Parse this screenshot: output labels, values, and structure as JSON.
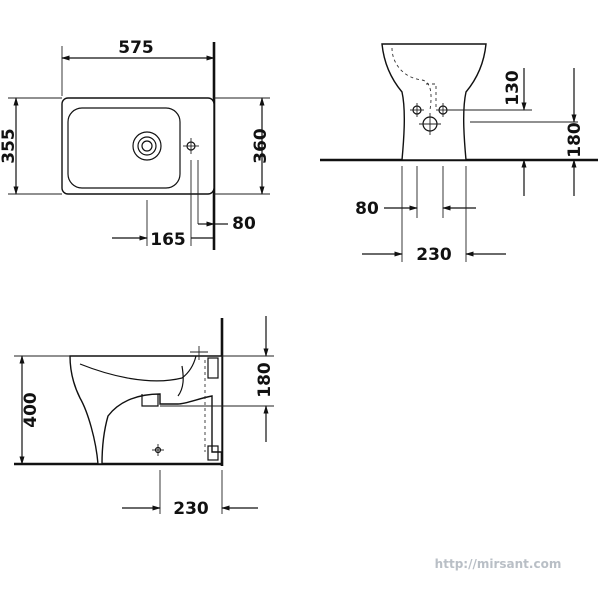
{
  "top_view": {
    "width_dim": "575",
    "depth_dim_left": "355",
    "depth_dim_right": "360",
    "tap_offset_dim": "165",
    "wall_gap_dim": "80"
  },
  "front_view": {
    "inlet_height_dim": "130",
    "outlet_height_dim": "180",
    "bolt_spacing_dim": "80",
    "base_width_dim": "230"
  },
  "side_view": {
    "rim_height_dim": "400",
    "outlet_height_dim": "180",
    "outlet_distance_dim": "230"
  },
  "watermark": "http://mirsant.com"
}
